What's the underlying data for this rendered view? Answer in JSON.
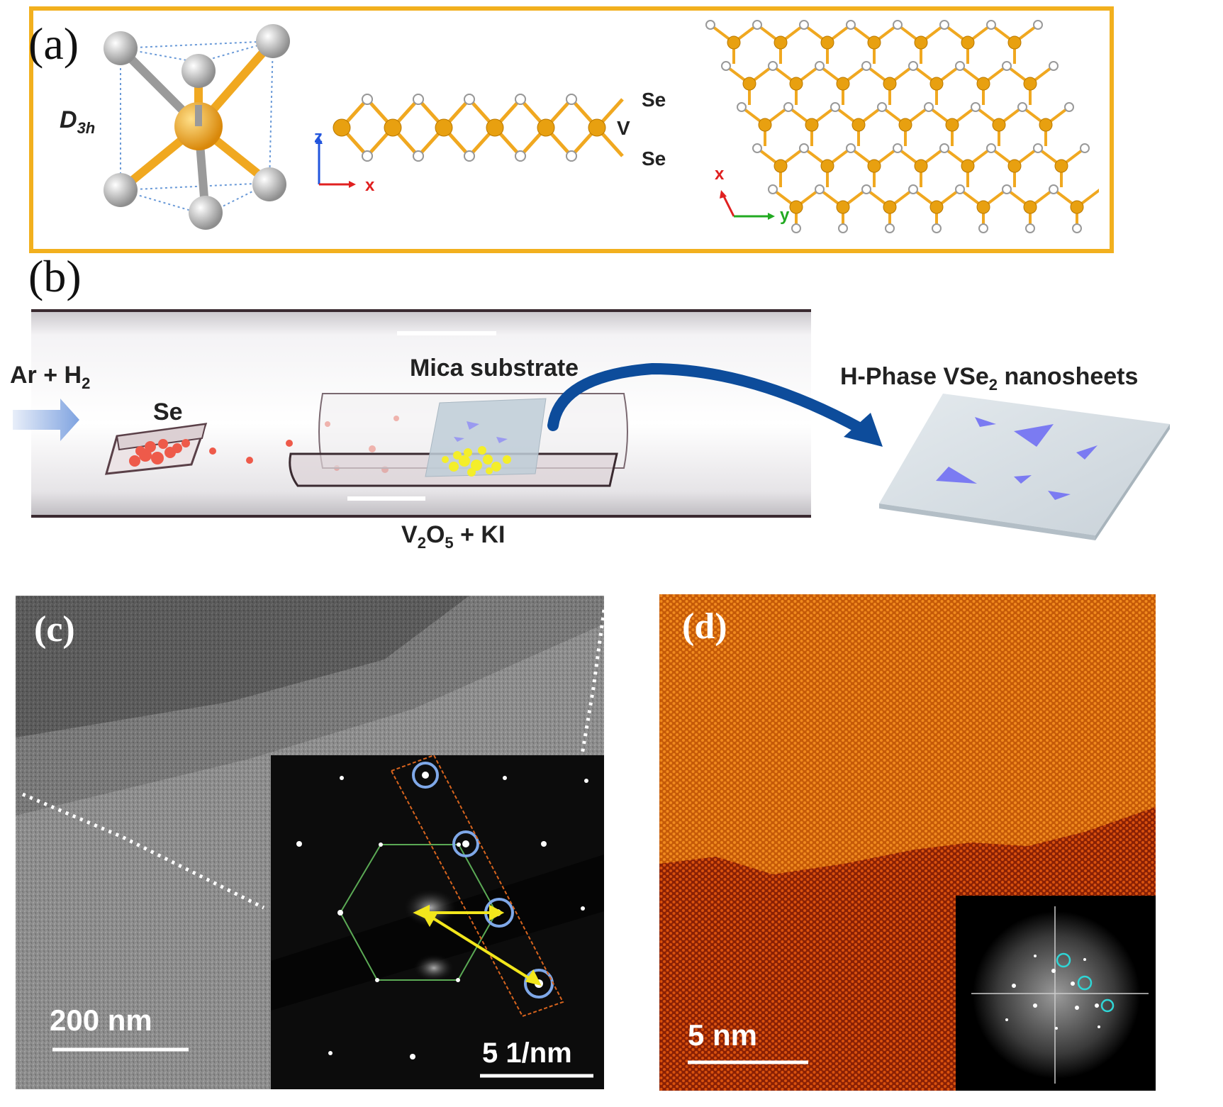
{
  "panel_a": {
    "label": "(a)",
    "point_group": "D",
    "point_group_sub": "3h",
    "side_labels": {
      "se_top": "Se",
      "v": "V",
      "se_bottom": "Se"
    },
    "axes_side": {
      "vertical": "z",
      "horizontal": "x"
    },
    "axes_top": {
      "a": "x",
      "b": "y"
    },
    "colors": {
      "frame": "#F2B01E",
      "v_atom": "#E8A010",
      "se_atom": "#BDBDBD",
      "bond_v": "#F0A820",
      "axis_z": "#2255DD",
      "axis_x": "#E02020",
      "axis_y": "#22AA22"
    }
  },
  "panel_b": {
    "label": "(b)",
    "gas_main": "Ar + H",
    "gas_sub": "2",
    "se_label": "Se",
    "substrate_label": "Mica substrate",
    "precursor": {
      "v": "V",
      "v_sub": "2",
      "o": "O",
      "o_sub": "5",
      "rest": " + KI"
    },
    "product": {
      "pre": "H-Phase VSe",
      "sub": "2",
      "post": " nanosheets"
    },
    "colors": {
      "arrow": "#0D4C9B",
      "se_particle": "#EE5A4A",
      "precursor_particle": "#F4EE2A",
      "flake": "#7B7BF2",
      "sheet": "#D6DEE4"
    }
  },
  "panel_c": {
    "label": "(c)",
    "scale_main": "200 nm",
    "scale_inset": "5 1/nm",
    "colors": {
      "hexagon": "#5BAA55",
      "circle": "#7FA8E8",
      "arrow": "#F2E61C",
      "box": "#D8641E"
    }
  },
  "panel_d": {
    "label": "(d)",
    "scale_main": "5 nm",
    "colors": {
      "lattice_top": "#D8700E",
      "lattice_bottom": "#B53A05",
      "fft_circle": "#2FD6D6"
    }
  }
}
